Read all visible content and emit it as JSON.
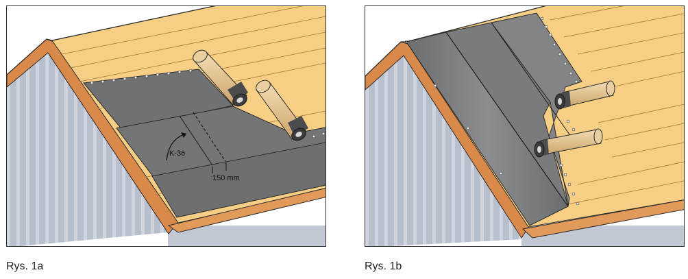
{
  "captions": {
    "fig_a": "Rys. 1a",
    "fig_b": "Rys. 1b"
  },
  "figure_a": {
    "membrane_label": "K-36",
    "overlap_label": "150 mm"
  },
  "colors": {
    "roof_board": "#f6cf85",
    "board_line": "#b48845",
    "fascia": "#d98a4a",
    "wall": "#b8bfcc",
    "wall_stripe": "#cfd4de",
    "membrane": "#6f7072",
    "membrane_light": "#8a8b8d",
    "roll_paper": "#e7c99a",
    "outline": "#2b2b2b"
  }
}
